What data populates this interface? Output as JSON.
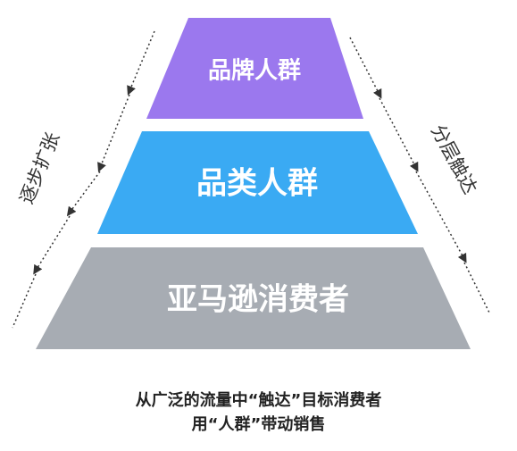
{
  "pyramid": {
    "tiers": [
      {
        "label": "品牌人群",
        "color": "#9b78ee"
      },
      {
        "label": "品类人群",
        "color": "#3aaaf3"
      },
      {
        "label": "亚马逊消费者",
        "color": "#a7acb3"
      }
    ]
  },
  "side_labels": {
    "left": "逐步扩张",
    "right": "分层触达"
  },
  "caption": {
    "line1": "从广泛的流量中“触达”目标消费者",
    "line2": "用“人群”带动销售"
  }
}
